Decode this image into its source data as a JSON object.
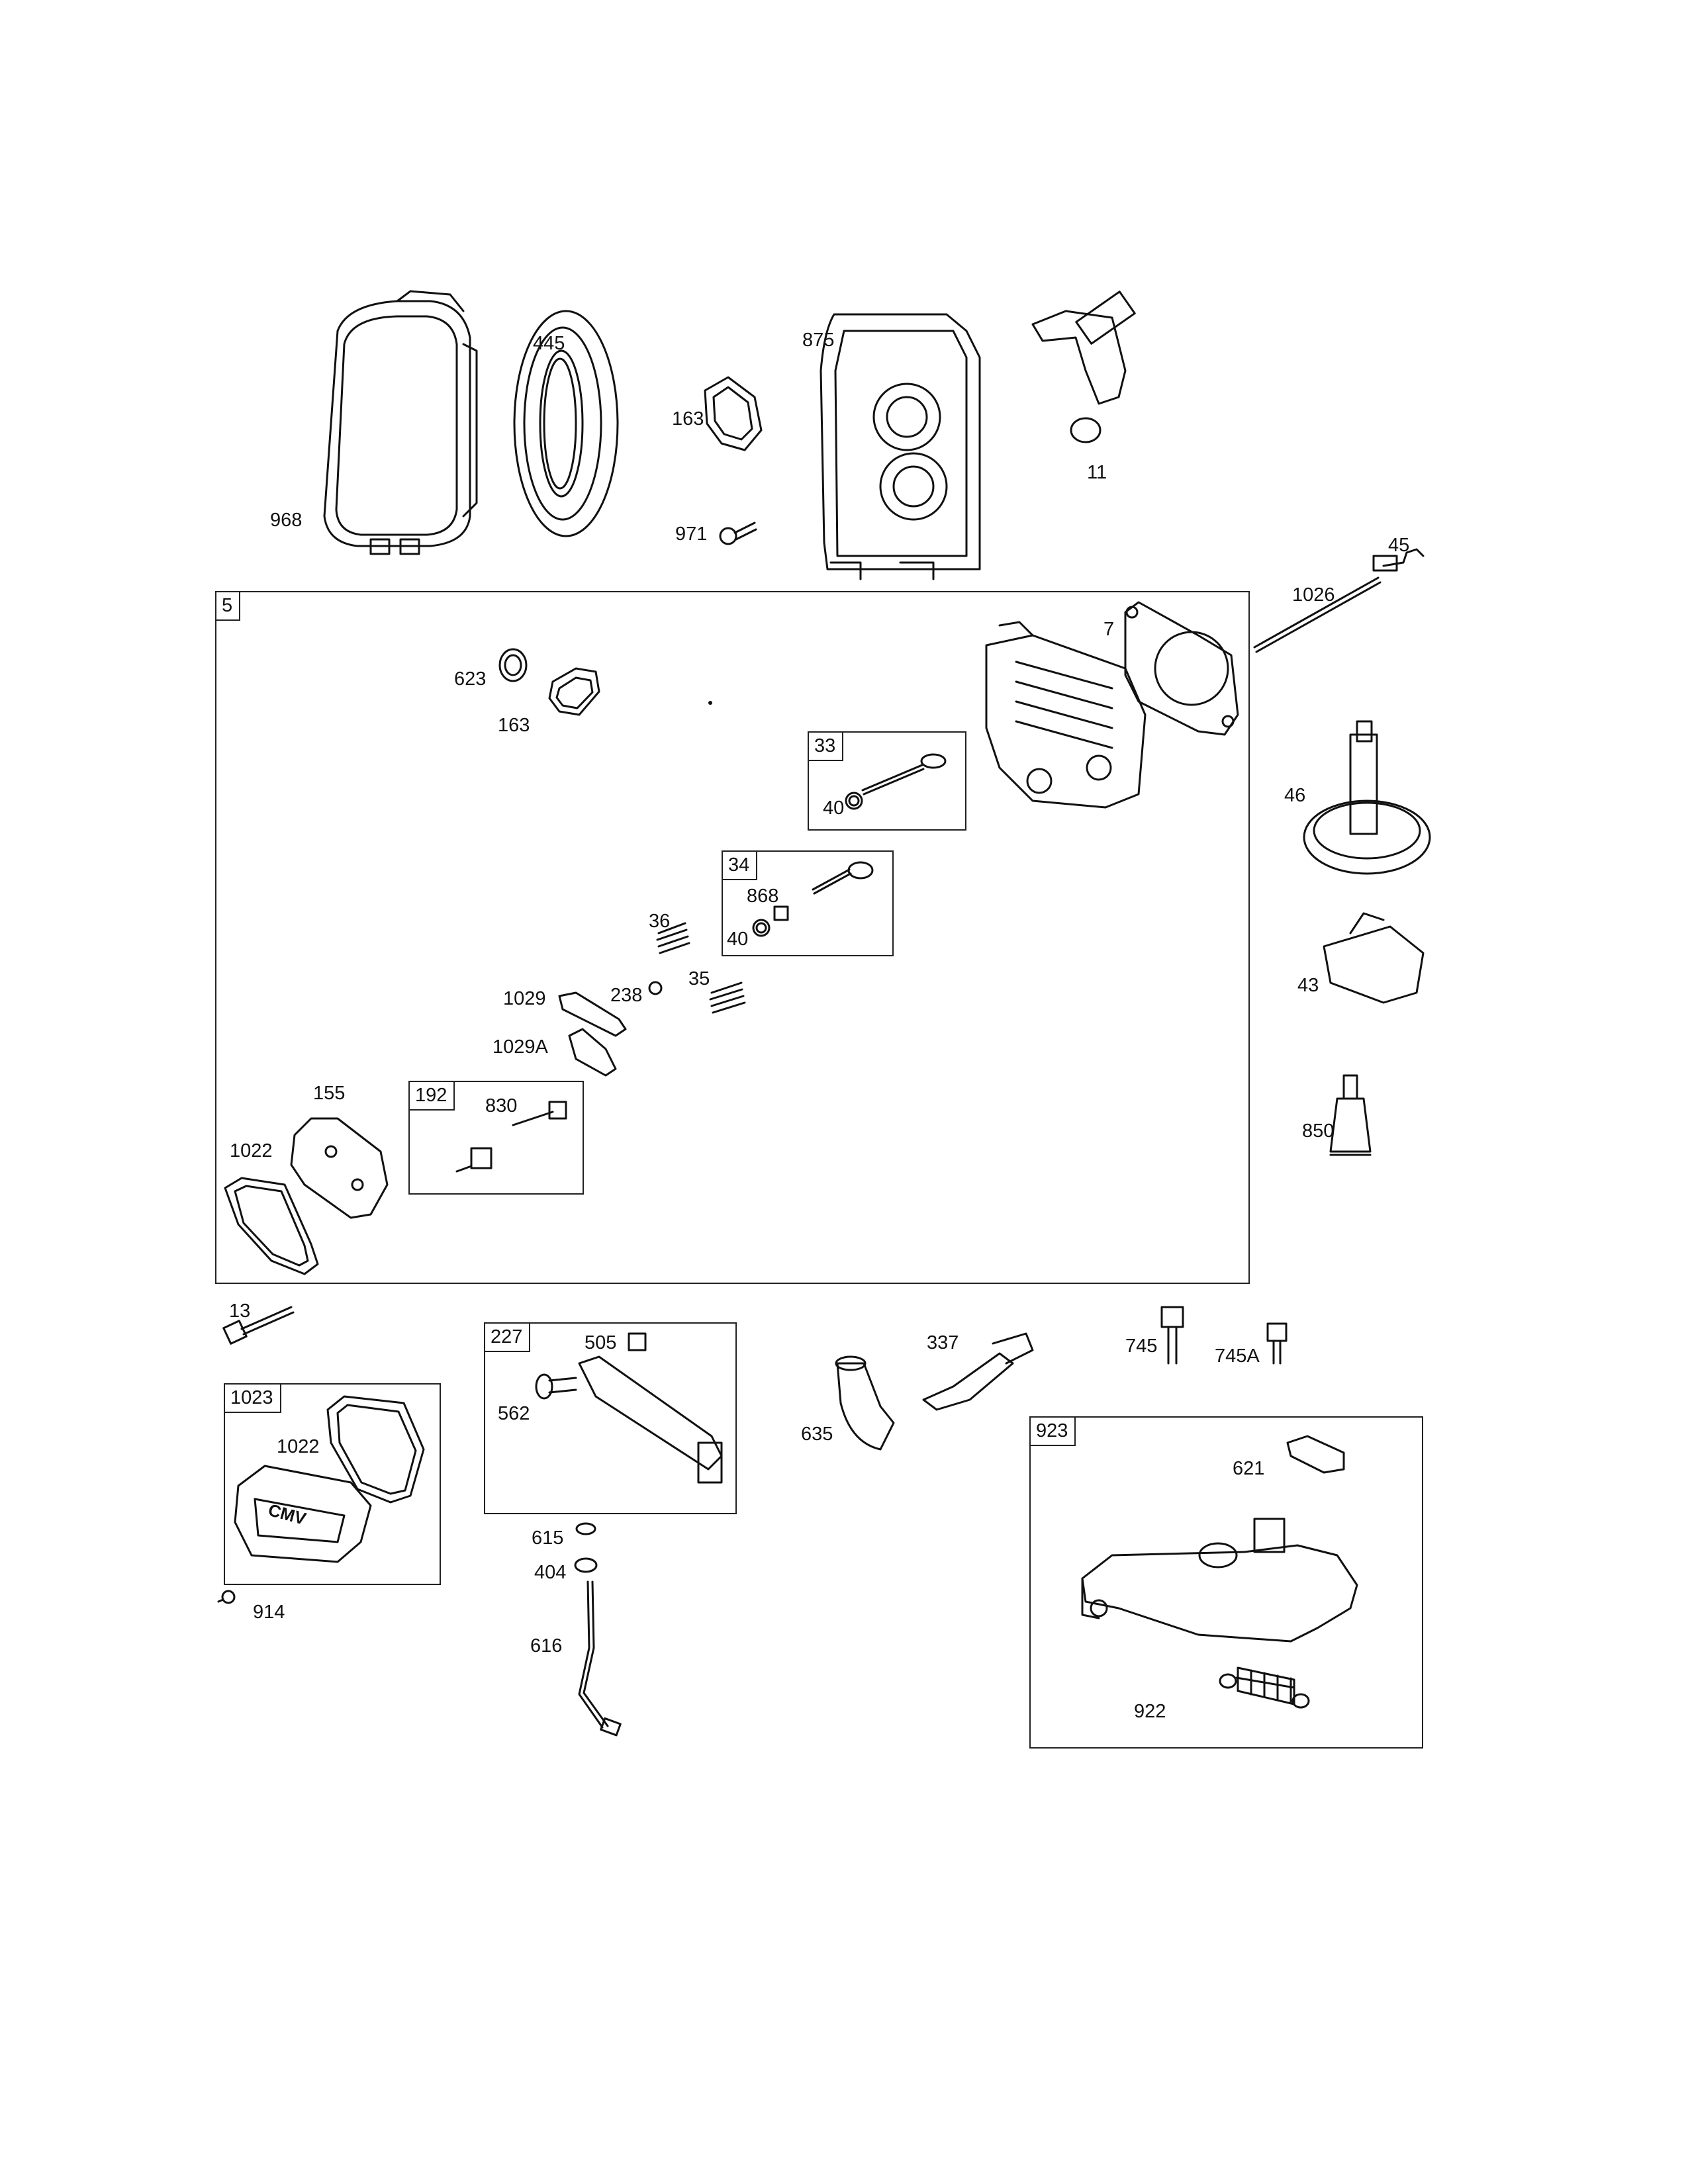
{
  "parts": {
    "p968": "968",
    "p445": "445",
    "p163a": "163",
    "p971": "971",
    "p875": "875",
    "p11": "11",
    "p45": "45",
    "p1026": "1026",
    "p7": "7",
    "p623": "623",
    "p163b": "163",
    "p40a": "40",
    "p868": "868",
    "p40b": "40",
    "p36": "36",
    "p35": "35",
    "p238": "238",
    "p1029": "1029",
    "p1029A": "1029A",
    "p155": "155",
    "p830": "830",
    "p1022a": "1022",
    "p46": "46",
    "p43": "43",
    "p850": "850",
    "p13": "13",
    "p1022b": "1022",
    "p914": "914",
    "p505": "505",
    "p562": "562",
    "p615": "615",
    "p404": "404",
    "p616": "616",
    "p337": "337",
    "p635": "635",
    "p745": "745",
    "p745A": "745A",
    "p621": "621",
    "p922": "922"
  },
  "groups": {
    "g5": "5",
    "g33": "33",
    "g34": "34",
    "g192": "192",
    "g1023": "1023",
    "g227": "227",
    "g923": "923"
  },
  "cover_logo": "CMV"
}
